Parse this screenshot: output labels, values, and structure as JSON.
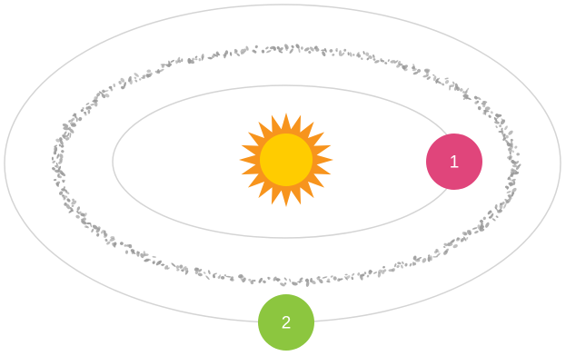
{
  "diagram": {
    "planets": [
      {
        "label": "1",
        "color": "#e0457b"
      },
      {
        "label": "2",
        "color": "#8cc63f"
      }
    ],
    "colors": {
      "orbit_line": "#d4d4d4",
      "asteroid": "#9a9a9a",
      "sun_core": "#ffcc00",
      "sun_rays": "#f7941d"
    },
    "icons": [
      "sun-icon",
      "asteroid-belt"
    ]
  }
}
